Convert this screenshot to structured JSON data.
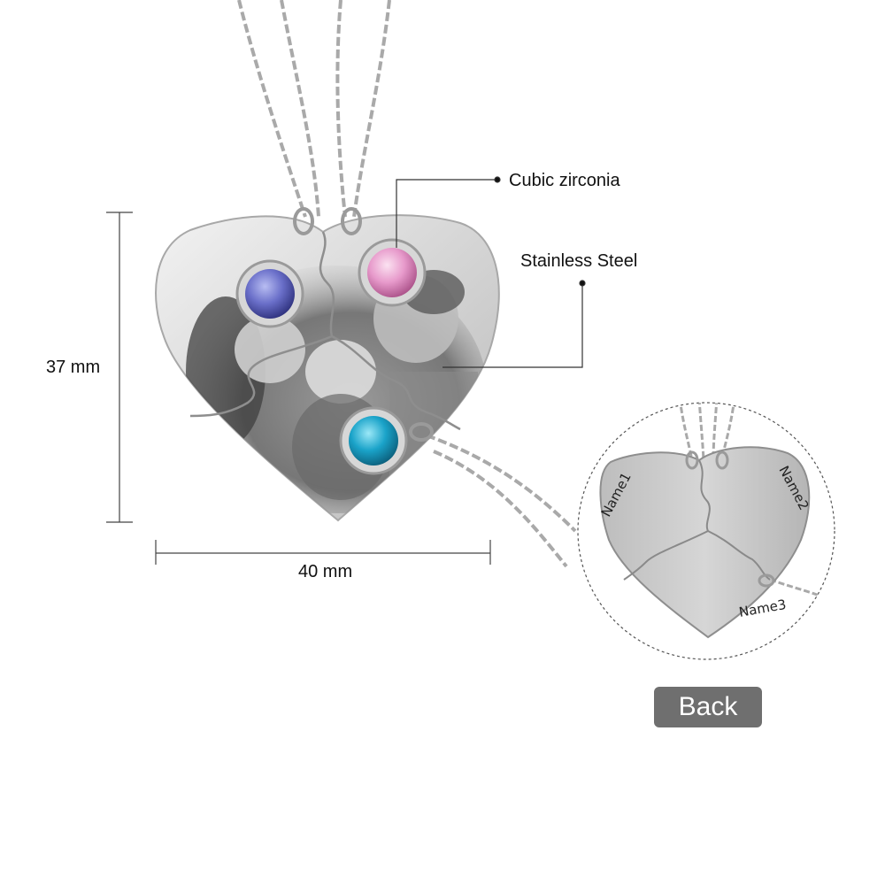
{
  "callouts": {
    "cubic_zirconia": "Cubic zirconia",
    "stainless_steel": "Stainless Steel"
  },
  "dimensions": {
    "height": "37 mm",
    "width": "40 mm"
  },
  "back_view": {
    "button_label": "Back",
    "engravings": [
      "Name1",
      "Name2",
      "Name3"
    ]
  },
  "stones": {
    "left": "#6a6fc9",
    "right": "#e79acb",
    "bottom": "#1aa3c9"
  },
  "colors": {
    "steel": "#cfcfcf",
    "steel_dark": "#9a9a9a",
    "button": "#6f6f6f"
  }
}
